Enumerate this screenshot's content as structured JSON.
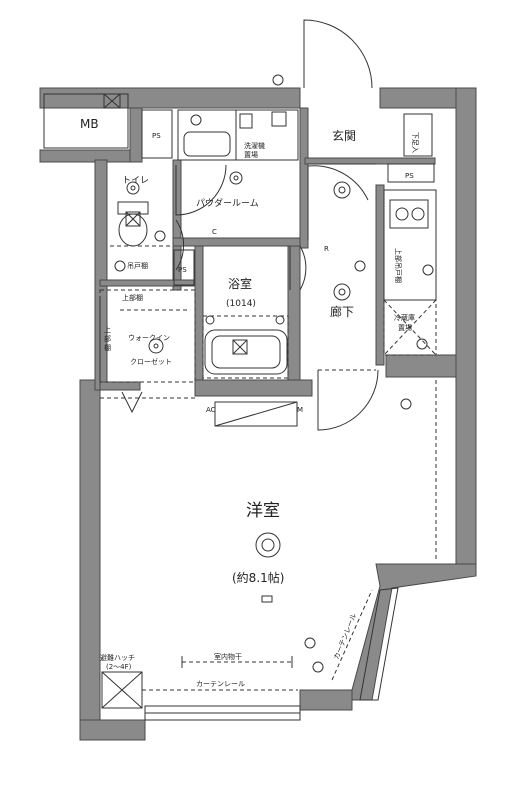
{
  "rooms": {
    "mb": "MB",
    "ps_top": "PS",
    "ps_right": "PS",
    "ps_small": "PS",
    "entrance": "玄関",
    "shoe_storage": "下足入",
    "laundry_area": [
      "洗濯機",
      "置場"
    ],
    "toilet": "トイレ",
    "toilet_cabinet": "吊戸棚",
    "powder_room": "パウダールーム",
    "c_mark": "C",
    "bath": "浴室",
    "bath_size": "(1014)",
    "corridor": "廊下",
    "r_mark": "R",
    "upper_cabinet": "上部棚",
    "upper_cabinet_side": [
      "上",
      "部",
      "棚"
    ],
    "walk_in_closet": [
      "ウォークイン",
      "クローゼット"
    ],
    "fridge": [
      "冷蔵庫",
      "置場"
    ],
    "kitchen_cabinet": [
      "上部吊戸棚"
    ],
    "ac_mark": "AC",
    "m_mark": "M",
    "western_room": "洋室",
    "western_room_size": "(約8.1帖)",
    "evac_hatch": [
      "避難ハッチ",
      "(2〜4F)"
    ],
    "indoor_drying": "室内物干",
    "curtain_rail_bottom": "カーテンレール",
    "curtain_rail_right": "カーテンレール"
  },
  "icons": {
    "ceiling_light": "ceiling-light-icon",
    "outlet": "outlet-icon",
    "ventilation": "ventilation-fan-icon",
    "toilet": "toilet-icon",
    "bathtub": "bathtub-icon",
    "stove": "stove-icon",
    "gas_meter": "gas-meter-icon"
  },
  "colors": {
    "wall": "#8a8a8a",
    "line": "#333333",
    "background": "#ffffff"
  }
}
